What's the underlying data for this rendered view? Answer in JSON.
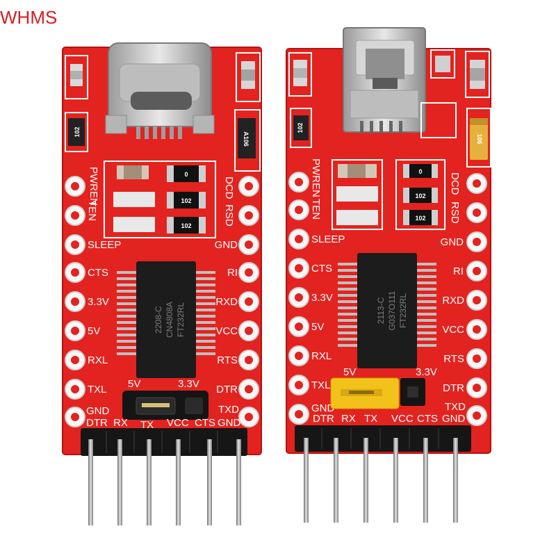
{
  "watermark": "WHMS",
  "colors": {
    "pcb": "#e3231f",
    "pcb_dark": "#b8100f",
    "silkscreen": "#ffffff",
    "chip": "#1c1c1c",
    "metal": "#c8c8c8",
    "jumper_black": "#151515",
    "jumper_yellow": "#f2c21a",
    "tantalum": "#e6b13a"
  },
  "boards": [
    {
      "connector": "usb-c-port",
      "silk": {
        "pwren": "PWREN",
        "ten": "TEN",
        "sleep": "SLEEP",
        "cts": "CTS",
        "v33": "3.3V",
        "v5": "5V",
        "rxl": "RXL",
        "txl": "TXL",
        "gnd_left": "GND",
        "dcd": "DCD",
        "rsd": "RSD",
        "gnd_right": "GND",
        "ri": "RI",
        "rxd": "RXD",
        "vcc": "VCC",
        "rts": "RTS",
        "dtr": "DTR",
        "txd": "TXD",
        "jumper_5v": "5V",
        "jumper_33v": "3.3V",
        "header": [
          "DTR",
          "RX",
          "TX",
          "VCC",
          "CTS",
          "GND"
        ]
      },
      "chip_lines": [
        "2208-C",
        "CN4808A",
        "FT232RL"
      ],
      "resistors": [
        "102",
        "0",
        "102",
        "102"
      ],
      "regulator": "A106"
    },
    {
      "connector": "mini-usb-port",
      "silk": {
        "pwren": "PWREN",
        "ten": "TEN",
        "sleep": "SLEEP",
        "cts": "CTS",
        "v33": "3.3V",
        "v5": "5V",
        "rxl": "RXL",
        "txl": "TXL",
        "gnd_left": "GND",
        "dcd": "DCD",
        "rsd": "RSD",
        "gnd_right": "GND",
        "ri": "RI",
        "rxd": "RXD",
        "vcc": "VCC",
        "rts": "RTS",
        "dtr": "DTR",
        "txd": "TXD",
        "jumper_5v": "5V",
        "jumper_33v": "3.3V",
        "header": [
          "DTR",
          "RX",
          "TX",
          "VCC",
          "CTS",
          "GND"
        ]
      },
      "chip_lines": [
        "2113-C",
        "G037O111",
        "FT232RL"
      ],
      "resistors": [
        "102",
        "0",
        "102",
        "102"
      ],
      "capacitor": "106"
    }
  ]
}
